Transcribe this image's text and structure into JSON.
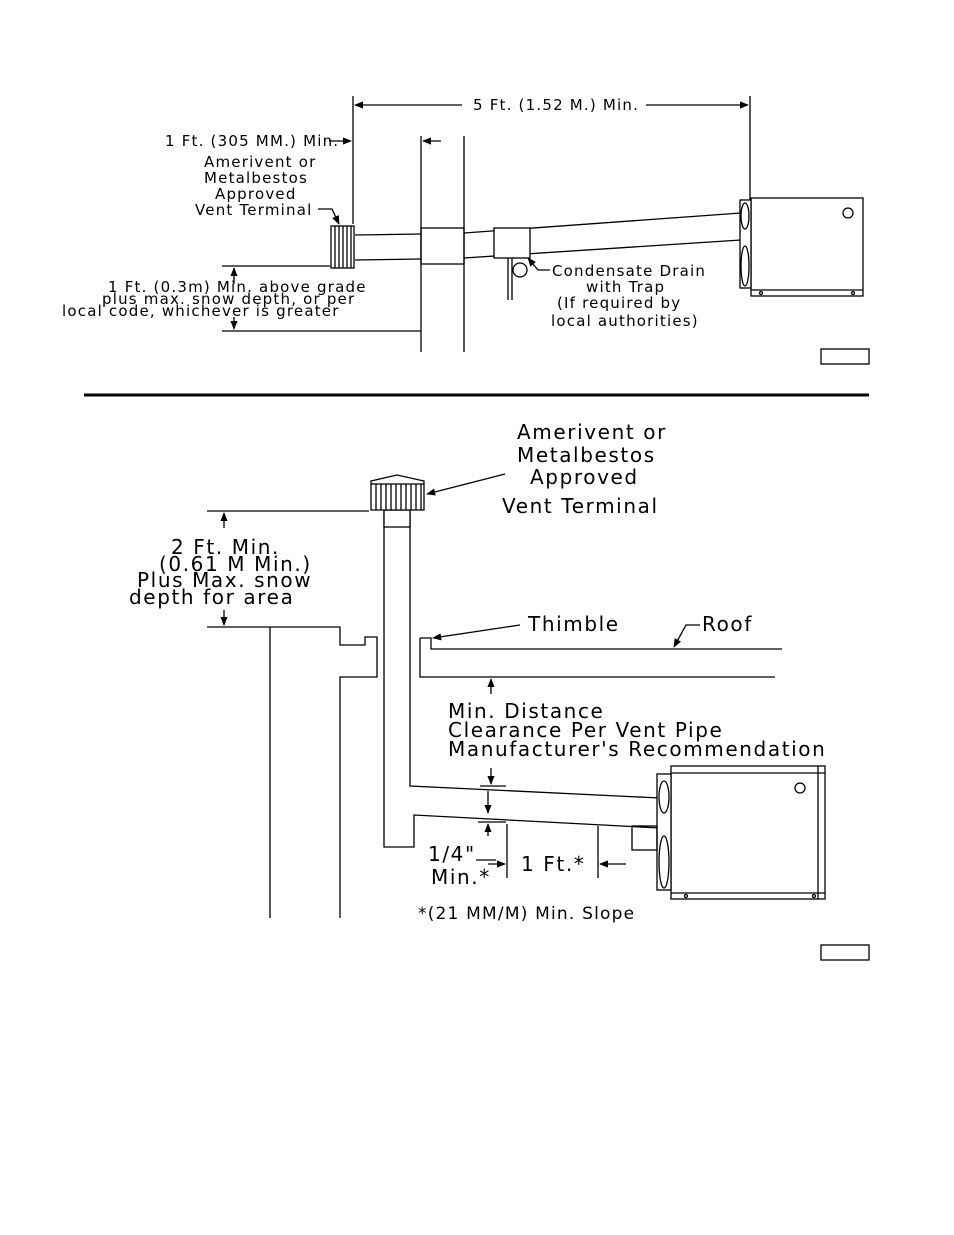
{
  "figure_top": {
    "dim_5ft": "5 Ft. (1.52 M.) Min.",
    "dim_1ft": "1 Ft. (305 MM.) Min.",
    "vent_terminal_label": [
      "Amerivent or",
      "Metalbestos",
      "Approved",
      "Vent Terminal"
    ],
    "grade_label": [
      "1 Ft. (0.3m) Min. above grade",
      "plus max. snow depth, or per",
      "local code, whichever is greater"
    ],
    "condensate_label": [
      "Condensate Drain",
      "with Trap",
      "(If required by",
      "local authorities)"
    ]
  },
  "figure_bottom": {
    "vent_terminal_label": [
      "Amerivent or",
      "Metalbestos",
      "Approved",
      "Vent Terminal"
    ],
    "height_label": [
      "2 Ft. Min.",
      "(0.61 M Min.)",
      "Plus Max. snow",
      "depth for area"
    ],
    "thimble_label": "Thimble",
    "roof_label": "Roof",
    "clearance_label": [
      "Min. Distance",
      "Clearance Per Vent Pipe",
      "Manufacturer's Recommendation"
    ],
    "quarter_inch_label": [
      "1/4\"",
      "Min.*"
    ],
    "one_ft_label": "1 Ft.*",
    "slope_label": "*(21 MM/M) Min. Slope"
  }
}
